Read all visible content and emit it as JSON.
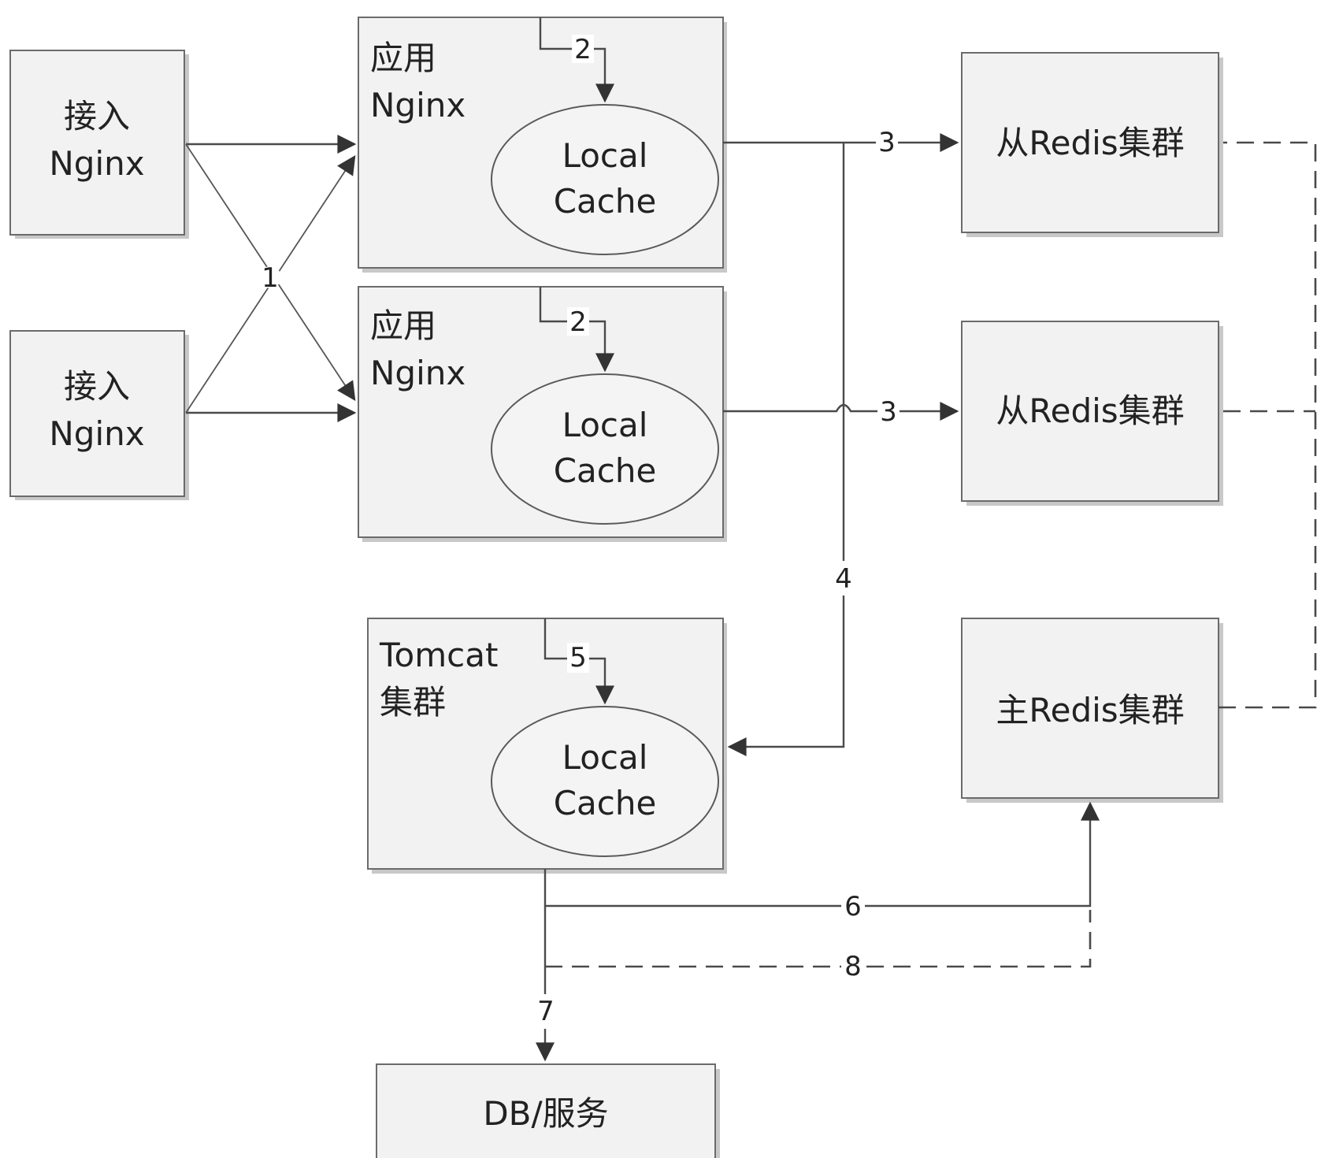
{
  "nodes": {
    "access_nginx_1": {
      "line1": "接入",
      "line2": "Nginx"
    },
    "access_nginx_2": {
      "line1": "接入",
      "line2": "Nginx"
    },
    "app_nginx_1": {
      "line1": "应用",
      "line2": "Nginx",
      "cache_line1": "Local",
      "cache_line2": "Cache"
    },
    "app_nginx_2": {
      "line1": "应用",
      "line2": "Nginx",
      "cache_line1": "Local",
      "cache_line2": "Cache"
    },
    "tomcat": {
      "line1": "Tomcat",
      "line2": "集群",
      "cache_line1": "Local",
      "cache_line2": "Cache"
    },
    "slave_redis_1": {
      "label": "从Redis集群"
    },
    "slave_redis_2": {
      "label": "从Redis集群"
    },
    "master_redis": {
      "label": "主Redis集群"
    },
    "db_service": {
      "label": "DB/服务"
    }
  },
  "edges": {
    "e1": "1",
    "e2a": "2",
    "e2b": "2",
    "e3a": "3",
    "e3b": "3",
    "e4": "4",
    "e5": "5",
    "e6": "6",
    "e7": "7",
    "e8": "8"
  }
}
